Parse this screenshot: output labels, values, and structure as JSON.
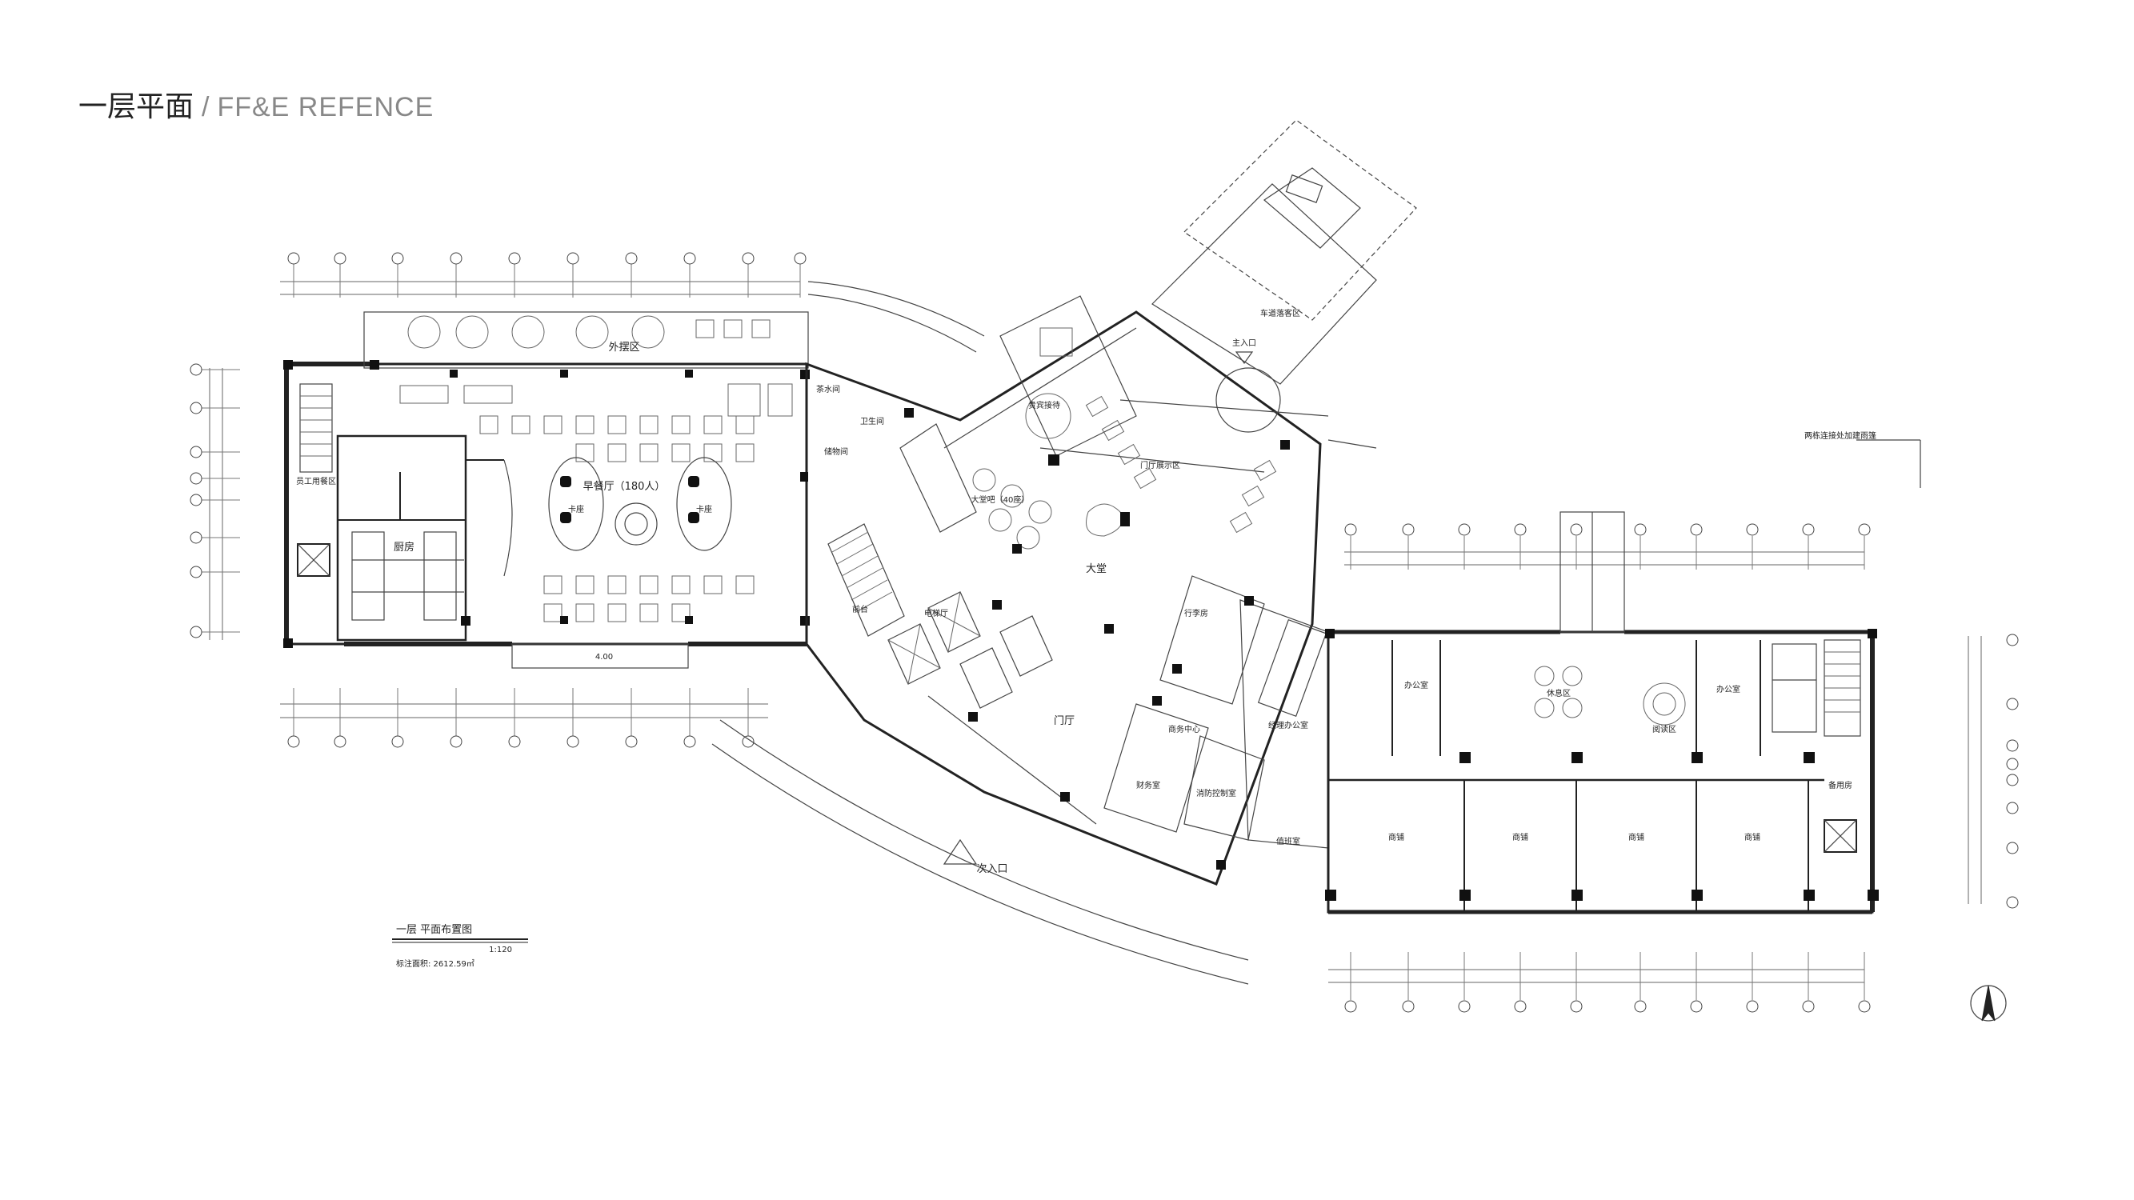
{
  "header": {
    "title_cn": "一层平面",
    "separator": "/",
    "title_en": "FF&E  REFENCE"
  },
  "legend": {
    "title": "一层 平面布置图",
    "scale": "1:120",
    "area_note": "标注面积: 2612.59㎡"
  },
  "rooms": {
    "outdoor": "外摆区",
    "breakfast": "早餐厅（180人）",
    "kitchen": "厨房",
    "staff_room": "员工用餐区",
    "booth_a": "卡座",
    "booth_b": "卡座",
    "tea_room": "茶水间",
    "wc": "卫生间",
    "pantry": "储物间",
    "lobby_bar": "大堂吧（40座）",
    "lobby": "大堂",
    "entrance_hall": "门厅",
    "gallery": "门厅展示区",
    "vip_reception": "贵宾接待",
    "front_desk": "前台",
    "elevator_hall": "电梯厅",
    "luggage": "行李房",
    "business_center": "商务中心",
    "finance": "财务室",
    "fire_control": "消防控制室",
    "duty_office": "值班室",
    "manager_office": "经理办公室",
    "office_1": "办公室",
    "office_2": "办公室",
    "lounge": "休息区",
    "library": "阅读区",
    "shop_1": "商铺",
    "shop_2": "商铺",
    "shop_3": "商铺",
    "shop_4": "商铺",
    "backup_room": "备用房",
    "dropoff": "车道落客区",
    "main_entrance": "主入口",
    "staff_entrance": "次入口",
    "note_right": "两栋连接处加建雨篷"
  }
}
